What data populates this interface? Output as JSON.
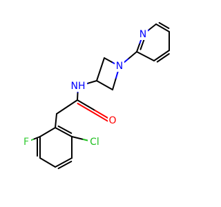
{
  "molecule": {
    "colors": {
      "carbon": "#000000",
      "nitrogen": "#0000ff",
      "oxygen": "#ff0000",
      "fluorine": "#33cc33",
      "chlorine": "#1fbf1f"
    },
    "labels": {
      "pyridine_n": "N",
      "azetidine_n": "N",
      "amide_nh": "NH",
      "amide_o": "O",
      "fluoro": "F",
      "chloro": "Cl"
    }
  }
}
